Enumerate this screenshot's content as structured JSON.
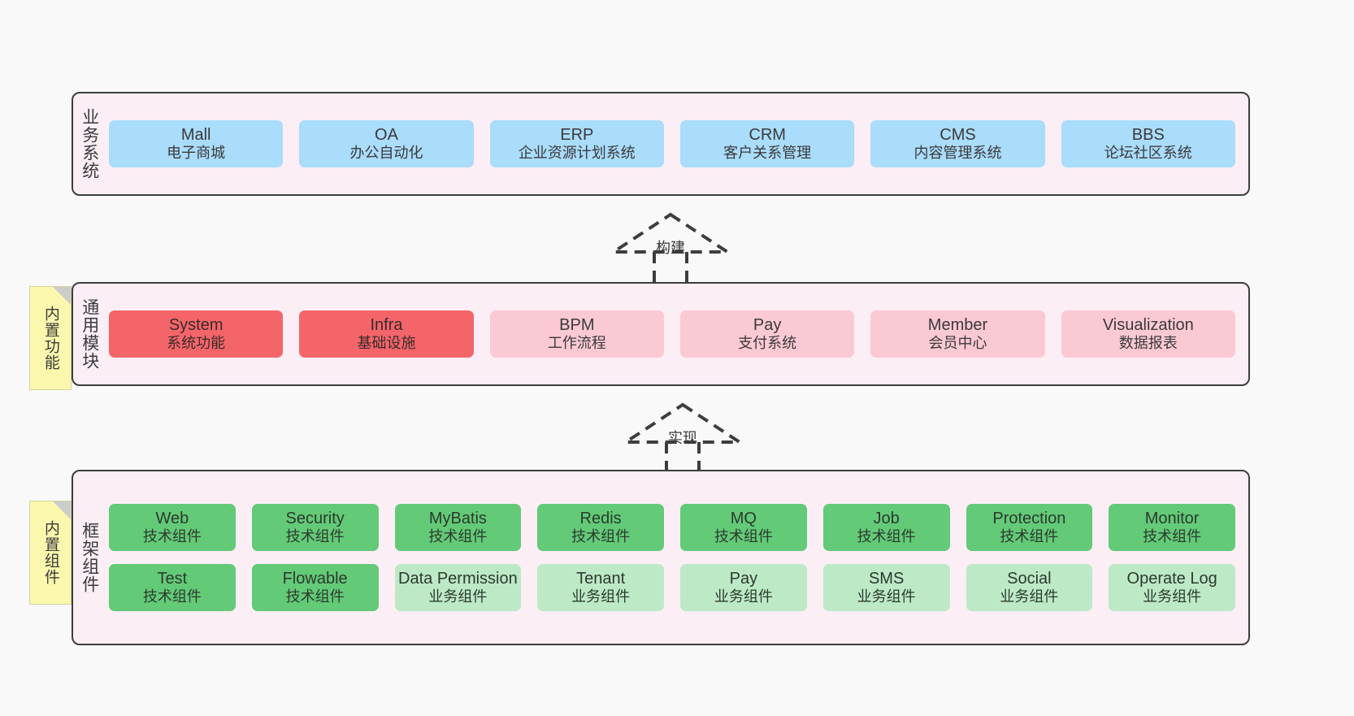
{
  "diagram": {
    "title_hidden": "",
    "colors": {
      "layer_bg": "#fbeef5",
      "layer_border": "#3d3d3d",
      "business": "#aadcfb",
      "module_active": "#f4656a",
      "module_plain": "#fbc9d4",
      "tech_component": "#63ca77",
      "biz_component": "#bde9c6",
      "note_bg": "#fbf8ae",
      "page_bg": "#f9f9f9"
    }
  },
  "layers": {
    "business": {
      "label": "业务系统",
      "cards": [
        {
          "name": "Mall",
          "desc": "电子商城"
        },
        {
          "name": "OA",
          "desc": "办公自动化"
        },
        {
          "name": "ERP",
          "desc": "企业资源计划系统"
        },
        {
          "name": "CRM",
          "desc": "客户关系管理"
        },
        {
          "name": "CMS",
          "desc": "内容管理系统"
        },
        {
          "name": "BBS",
          "desc": "论坛社区系统"
        }
      ]
    },
    "common": {
      "label": "通用模块",
      "note": "内置功能",
      "cards": [
        {
          "name": "System",
          "desc": "系统功能",
          "style": "c-red"
        },
        {
          "name": "Infra",
          "desc": "基础设施",
          "style": "c-red"
        },
        {
          "name": "BPM",
          "desc": "工作流程",
          "style": "c-pink"
        },
        {
          "name": "Pay",
          "desc": "支付系统",
          "style": "c-pink"
        },
        {
          "name": "Member",
          "desc": "会员中心",
          "style": "c-pink"
        },
        {
          "name": "Visualization",
          "desc": "数据报表",
          "style": "c-pink"
        }
      ]
    },
    "framework": {
      "label": "框架组件",
      "note": "内置组件",
      "row1": [
        {
          "name": "Web",
          "desc": "技术组件",
          "style": "c-green"
        },
        {
          "name": "Security",
          "desc": "技术组件",
          "style": "c-green"
        },
        {
          "name": "MyBatis",
          "desc": "技术组件",
          "style": "c-green"
        },
        {
          "name": "Redis",
          "desc": "技术组件",
          "style": "c-green"
        },
        {
          "name": "MQ",
          "desc": "技术组件",
          "style": "c-green"
        },
        {
          "name": "Job",
          "desc": "技术组件",
          "style": "c-green"
        },
        {
          "name": "Protection",
          "desc": "技术组件",
          "style": "c-green"
        },
        {
          "name": "Monitor",
          "desc": "技术组件",
          "style": "c-green"
        }
      ],
      "row2": [
        {
          "name": "Test",
          "desc": "技术组件",
          "style": "c-green"
        },
        {
          "name": "Flowable",
          "desc": "技术组件",
          "style": "c-green"
        },
        {
          "name": "Data Permission",
          "desc": "业务组件",
          "style": "c-greenlite"
        },
        {
          "name": "Tenant",
          "desc": "业务组件",
          "style": "c-greenlite"
        },
        {
          "name": "Pay",
          "desc": "业务组件",
          "style": "c-greenlite"
        },
        {
          "name": "SMS",
          "desc": "业务组件",
          "style": "c-greenlite"
        },
        {
          "name": "Social",
          "desc": "业务组件",
          "style": "c-greenlite"
        },
        {
          "name": "Operate Log",
          "desc": "业务组件",
          "style": "c-greenlite"
        }
      ]
    }
  },
  "connectors": [
    {
      "label": "构建"
    },
    {
      "label": "实现"
    }
  ]
}
